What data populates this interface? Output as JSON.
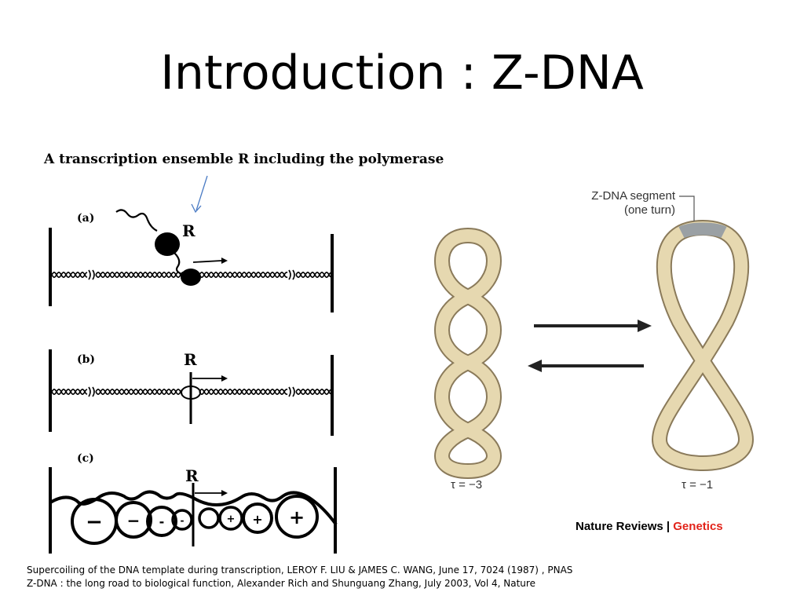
{
  "slide": {
    "title": "Introduction : Z-DNA"
  },
  "left_figure": {
    "caption": "A transcription ensemble R including the polymerase",
    "panels": [
      {
        "label": "(a)",
        "r_label": "R"
      },
      {
        "label": "(b)",
        "r_label": "R"
      },
      {
        "label": "(c)",
        "r_label": "R"
      }
    ],
    "supercoil_signs": [
      "−",
      "−",
      "-",
      "-",
      "+",
      "+",
      "+"
    ]
  },
  "right_figure": {
    "segment_label_line1": "Z-DNA segment",
    "segment_label_line2": "(one turn)",
    "tau_left": "τ = −3",
    "tau_right": "τ = −1",
    "journal_prefix": "Nature Reviews",
    "journal_separator": "|",
    "journal_suffix": "Genetics",
    "colors": {
      "strand": "#e6d8b0",
      "strand_outline": "#8a7a5a",
      "z_segment": "#9aa0a4",
      "journal_accent": "#e2231a"
    }
  },
  "references": [
    "Supercoiling of the DNA template during transcription, LEROY F. LIU & JAMES C. WANG, June 17, 7024 (1987) , PNAS",
    "Z-DNA : the long road to biological function, Alexander Rich and Shunguang Zhang, July 2003, Vol 4, Nature"
  ]
}
